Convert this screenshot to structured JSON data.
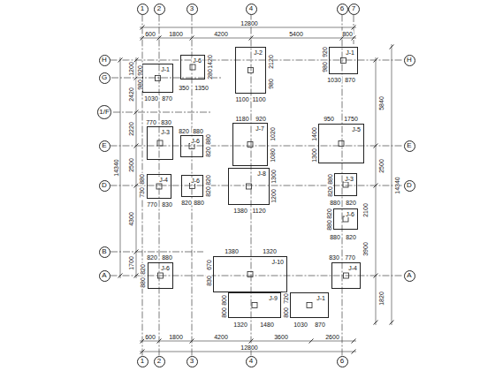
{
  "diagram": {
    "nodes": [
      {
        "text": [
          "1"
        ]
      },
      {
        "text": [
          "2"
        ]
      },
      {
        "text": [
          "3"
        ]
      },
      {
        "text": [
          "4"
        ]
      },
      {
        "text": [
          "6"
        ]
      },
      {
        "text": [
          "7"
        ]
      },
      {
        "text": [
          "H"
        ]
      },
      {
        "text": [
          "H"
        ]
      },
      {
        "text": [
          "G"
        ]
      },
      {
        "text": [
          "1/F"
        ]
      },
      {
        "text": [
          "E"
        ]
      },
      {
        "text": [
          "E"
        ]
      },
      {
        "text": [
          "D"
        ]
      },
      {
        "text": [
          "D"
        ]
      },
      {
        "text": [
          "B"
        ]
      },
      {
        "text": [
          "A"
        ]
      },
      {
        "text": [
          "A"
        ]
      },
      {
        "text": [
          "J-1"
        ]
      },
      {
        "text": [
          "J-6"
        ]
      },
      {
        "text": [
          "J-2"
        ]
      },
      {
        "text": [
          "J-1"
        ]
      },
      {
        "text": [
          "J-3"
        ]
      },
      {
        "text": [
          "J-6"
        ]
      },
      {
        "text": [
          "J-7"
        ]
      },
      {
        "text": [
          "J-5"
        ]
      },
      {
        "text": [
          "J-4"
        ]
      },
      {
        "text": [
          "J-6"
        ]
      },
      {
        "text": [
          "J-8"
        ]
      },
      {
        "text": [
          "J-3"
        ]
      },
      {
        "text": [
          "J-6"
        ]
      },
      {
        "text": [
          "J-6"
        ]
      },
      {
        "text": [
          "J-10"
        ]
      },
      {
        "text": [
          "J-9"
        ]
      },
      {
        "text": [
          "J-4"
        ]
      },
      {
        "text": [
          "J-1"
        ]
      },
      {
        "text": [
          "1"
        ]
      },
      {
        "text": [
          "2"
        ]
      },
      {
        "text": [
          "3"
        ]
      },
      {
        "text": [
          "4"
        ]
      },
      {
        "text": [
          "6"
        ]
      }
    ],
    "edges": [
      {
        "from": 0,
        "to": 35,
        "arrow": "none"
      },
      {
        "from": 1,
        "to": 36,
        "arrow": "none"
      },
      {
        "from": 2,
        "to": 37,
        "arrow": "none"
      },
      {
        "from": 3,
        "to": 38,
        "arrow": "none"
      },
      {
        "from": 4,
        "to": 39,
        "arrow": "none"
      },
      {
        "from": 6,
        "to": 7,
        "arrow": "none"
      },
      {
        "from": 10,
        "to": 11,
        "arrow": "none"
      },
      {
        "from": 12,
        "to": 13,
        "arrow": "none"
      },
      {
        "from": 15,
        "to": 16,
        "arrow": "none"
      }
    ],
    "labels": [
      "12800",
      "600",
      "1800",
      "4200",
      "5400",
      "800",
      "14340",
      "1200",
      "2420",
      "2220",
      "2500",
      "4300",
      "1700",
      "5840",
      "2500",
      "2100",
      "3900",
      "1820",
      "14340",
      "920",
      "980",
      "1030",
      "870",
      "1420",
      "280",
      "350",
      "1350",
      "2120",
      "980",
      "1100",
      "1100",
      "920",
      "980",
      "1030",
      "870",
      "770",
      "830",
      "820",
      "880",
      "880",
      "820",
      "1180",
      "920",
      "1020",
      "1080",
      "950",
      "1750",
      "1400",
      "1300",
      "880",
      "730",
      "770",
      "830",
      "820",
      "880",
      "820",
      "820",
      "1300",
      "1200",
      "1380",
      "1120",
      "880",
      "820",
      "880",
      "820",
      "820",
      "880",
      "880",
      "820",
      "820",
      "880",
      "820",
      "880",
      "1380",
      "1320",
      "670",
      "830",
      "800",
      "800",
      "1320",
      "1480",
      "830",
      "770",
      "720",
      "800",
      "1030",
      "870",
      "600",
      "1800",
      "4200",
      "3600",
      "2600",
      "12800"
    ]
  }
}
